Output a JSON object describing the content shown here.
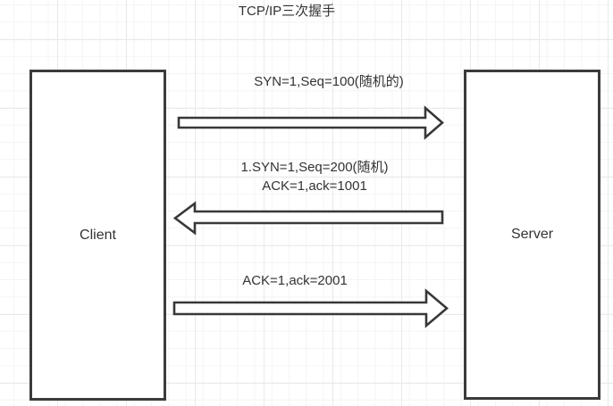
{
  "diagram": {
    "title": "TCP/IP三次握手",
    "nodes": {
      "client": {
        "label": "Client"
      },
      "server": {
        "label": "Server"
      }
    },
    "messages": {
      "syn": {
        "label": "SYN=1,Seq=100(随机的)",
        "direction": "client-to-server"
      },
      "synack": {
        "line1": "1.SYN=1,Seq=200(随机)",
        "line2": "ACK=1,ack=1001",
        "direction": "server-to-client"
      },
      "ack": {
        "label": "ACK=1,ack=2001",
        "direction": "client-to-server"
      }
    },
    "colors": {
      "background": "#ffffff",
      "grid_minor": "#f4f4f4",
      "grid_major": "#e9e9e9",
      "shape_stroke": "#3b3b3b",
      "text": "#333333"
    }
  }
}
